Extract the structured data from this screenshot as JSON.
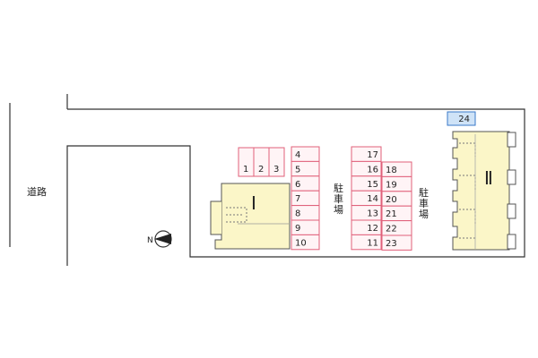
{
  "road_label": "道路",
  "buildings": [
    {
      "id": "building-1",
      "label": "Ⅰ"
    },
    {
      "id": "building-2",
      "label": "Ⅱ"
    }
  ],
  "parking_label": "駐車場",
  "parking": {
    "top_row": [
      "1",
      "2",
      "3"
    ],
    "column_a": [
      "4",
      "5",
      "6",
      "7",
      "8",
      "9",
      "10"
    ],
    "column_b": [
      "17",
      "16",
      "15",
      "14",
      "13",
      "12",
      "11"
    ],
    "column_c": [
      "18",
      "19",
      "20",
      "21",
      "22",
      "23"
    ],
    "special": "24"
  },
  "compass_label": "N",
  "colors": {
    "parking_border": "#e0607a",
    "parking_fill": "#fff4f6",
    "building_fill": "#fbf6c8",
    "special_fill": "#cfe3f7",
    "special_border": "#3a78c9",
    "lot_border": "#333333"
  }
}
